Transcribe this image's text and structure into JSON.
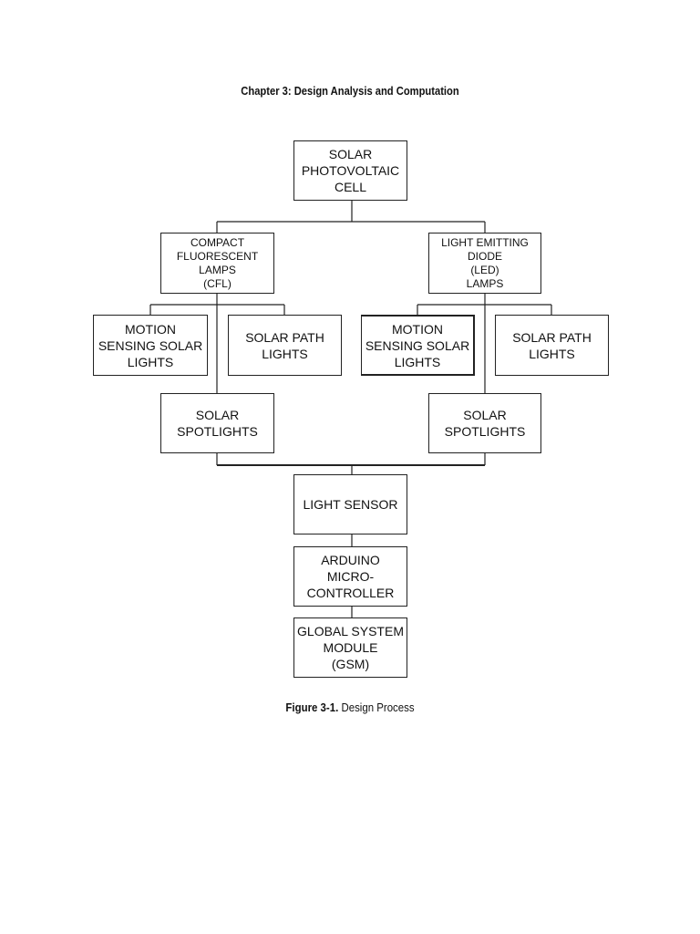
{
  "page": {
    "chapter_heading": "Chapter 3: Design Analysis and Computation"
  },
  "diagram": {
    "nodes": {
      "solar_cell": "SOLAR\nPHOTOVOLTAIC\nCELL",
      "cfl": "COMPACT\nFLUORESCENT\nLAMPS\n(CFL)",
      "led": "LIGHT EMITTING\nDIODE\n(LED)\nLAMPS",
      "motion_left": "MOTION\nSENSING SOLAR\nLIGHTS",
      "path_left": "SOLAR PATH\nLIGHTS",
      "motion_right": "MOTION\nSENSING SOLAR\nLIGHTS",
      "path_right": "SOLAR PATH\nLIGHTS",
      "spot_left": "SOLAR\nSPOTLIGHTS",
      "spot_right": "SOLAR\nSPOTLIGHTS",
      "light_sensor": "LIGHT SENSOR",
      "arduino": "ARDUINO\nMICRO-\nCONTROLLER",
      "gsm": "GLOBAL SYSTEM\nMODULE\n(GSM)"
    }
  },
  "caption": {
    "label": "Figure 3-1.",
    "text": " Design Process"
  }
}
